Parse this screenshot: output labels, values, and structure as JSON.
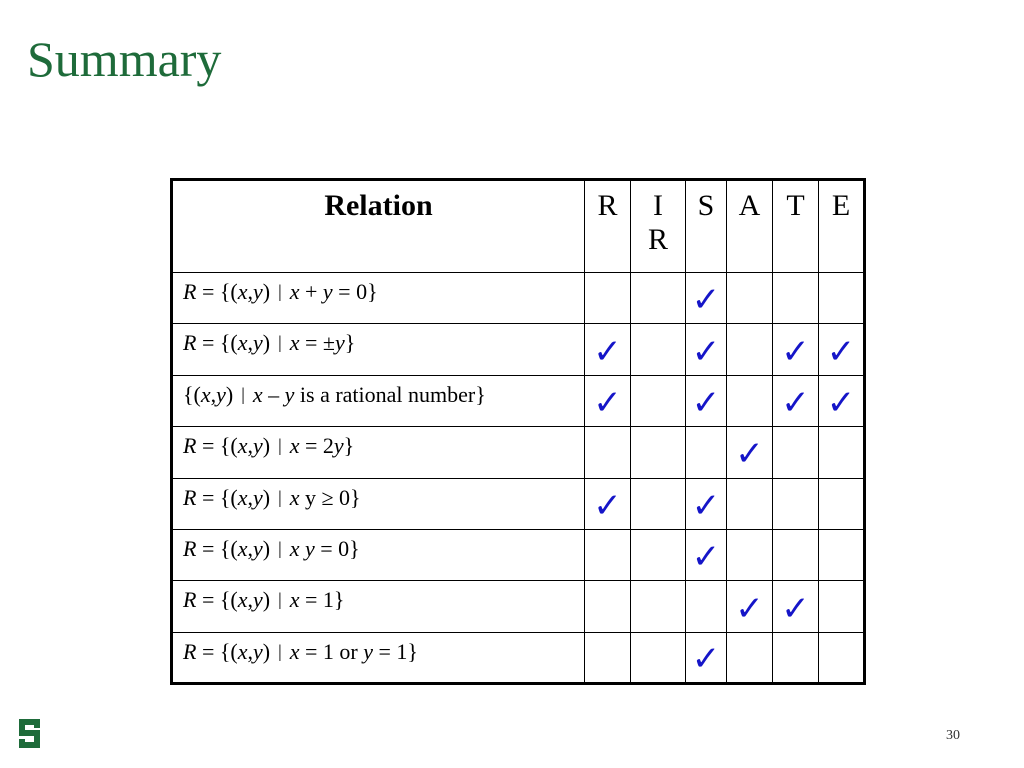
{
  "slide": {
    "title": "Summary",
    "page_number": "30",
    "title_color": "#1e6b3a",
    "check_color": "#1515c8",
    "check_glyph": "✓"
  },
  "table": {
    "headers": [
      "Relation",
      "R",
      "I\nR",
      "S",
      "A",
      "T",
      "E"
    ],
    "rows": [
      {
        "parts": [
          [
            "i",
            "R"
          ],
          [
            "t",
            " = {("
          ],
          [
            "i",
            "x"
          ],
          [
            "t",
            ","
          ],
          [
            "i",
            "y"
          ],
          [
            "t",
            ")"
          ],
          [
            "b",
            ""
          ],
          [
            "i",
            "x"
          ],
          [
            "t",
            " + "
          ],
          [
            "i",
            "y"
          ],
          [
            "t",
            " = 0}"
          ]
        ],
        "checks": [
          false,
          false,
          true,
          false,
          false,
          false
        ]
      },
      {
        "parts": [
          [
            "i",
            "R"
          ],
          [
            "t",
            " = {("
          ],
          [
            "i",
            "x"
          ],
          [
            "t",
            ","
          ],
          [
            "i",
            "y"
          ],
          [
            "t",
            ")"
          ],
          [
            "b",
            ""
          ],
          [
            "i",
            "x"
          ],
          [
            "t",
            " = ±"
          ],
          [
            "i",
            "y"
          ],
          [
            "t",
            "}"
          ]
        ],
        "checks": [
          true,
          false,
          true,
          false,
          true,
          true
        ]
      },
      {
        "parts": [
          [
            "t",
            "{("
          ],
          [
            "i",
            "x"
          ],
          [
            "t",
            ","
          ],
          [
            "i",
            "y"
          ],
          [
            "t",
            ")"
          ],
          [
            "b",
            ""
          ],
          [
            "i",
            "x"
          ],
          [
            "t",
            " – "
          ],
          [
            "i",
            "y"
          ],
          [
            "t",
            "  is a rational number}"
          ]
        ],
        "checks": [
          true,
          false,
          true,
          false,
          true,
          true
        ]
      },
      {
        "parts": [
          [
            "i",
            "R"
          ],
          [
            "t",
            " = {("
          ],
          [
            "i",
            "x"
          ],
          [
            "t",
            ","
          ],
          [
            "i",
            "y"
          ],
          [
            "t",
            ")"
          ],
          [
            "b",
            ""
          ],
          [
            "i",
            "x"
          ],
          [
            "t",
            " = 2"
          ],
          [
            "i",
            "y"
          ],
          [
            "t",
            "}"
          ]
        ],
        "checks": [
          false,
          false,
          false,
          true,
          false,
          false
        ]
      },
      {
        "parts": [
          [
            "i",
            "R"
          ],
          [
            "t",
            " = {("
          ],
          [
            "i",
            "x"
          ],
          [
            "t",
            ","
          ],
          [
            "i",
            "y"
          ],
          [
            "t",
            ")"
          ],
          [
            "b",
            ""
          ],
          [
            "i",
            "x"
          ],
          [
            "t",
            " y ≥ 0}"
          ]
        ],
        "checks": [
          true,
          false,
          true,
          false,
          false,
          false
        ]
      },
      {
        "parts": [
          [
            "i",
            "R"
          ],
          [
            "t",
            " = {("
          ],
          [
            "i",
            "x"
          ],
          [
            "t",
            ","
          ],
          [
            "i",
            "y"
          ],
          [
            "t",
            ")"
          ],
          [
            "b",
            ""
          ],
          [
            "i",
            "x"
          ],
          [
            "t",
            " "
          ],
          [
            "i",
            "y"
          ],
          [
            "t",
            " = 0}"
          ]
        ],
        "checks": [
          false,
          false,
          true,
          false,
          false,
          false
        ]
      },
      {
        "parts": [
          [
            "i",
            "R"
          ],
          [
            "t",
            " = {("
          ],
          [
            "i",
            "x"
          ],
          [
            "t",
            ","
          ],
          [
            "i",
            "y"
          ],
          [
            "t",
            ")"
          ],
          [
            "b",
            ""
          ],
          [
            "i",
            "x"
          ],
          [
            "t",
            " = 1}"
          ]
        ],
        "checks": [
          false,
          false,
          false,
          true,
          true,
          false
        ]
      },
      {
        "parts": [
          [
            "i",
            "R"
          ],
          [
            "t",
            " = {("
          ],
          [
            "i",
            "x"
          ],
          [
            "t",
            ","
          ],
          [
            "i",
            "y"
          ],
          [
            "t",
            ")"
          ],
          [
            "b",
            ""
          ],
          [
            "i",
            "x"
          ],
          [
            "t",
            " = 1 or "
          ],
          [
            "i",
            "y"
          ],
          [
            "t",
            " = 1}"
          ]
        ],
        "checks": [
          false,
          false,
          true,
          false,
          false,
          false
        ]
      }
    ]
  },
  "logo": {
    "icon": "msu-s-logo-icon",
    "color": "#1e6b3a",
    "letter": "S"
  }
}
